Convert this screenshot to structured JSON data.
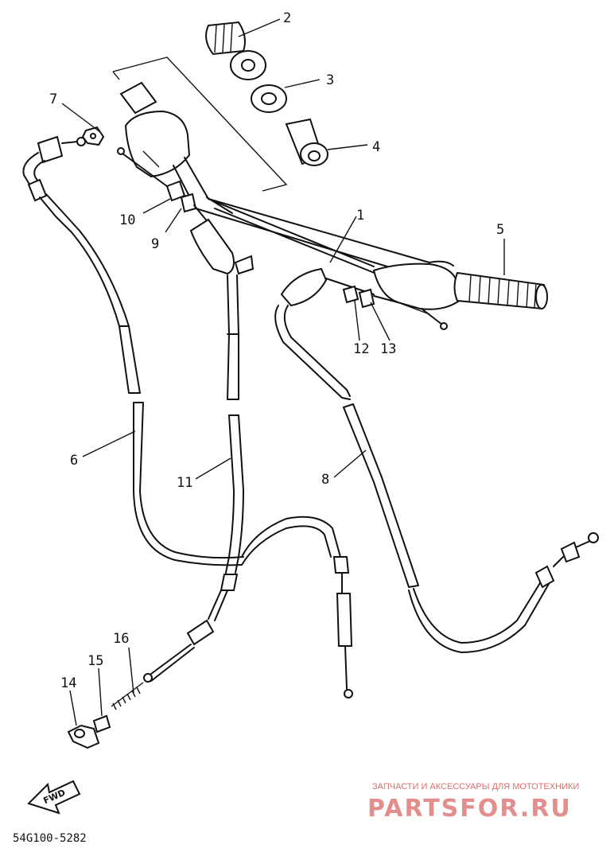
{
  "diagram": {
    "part_numbers": [
      "1",
      "2",
      "3",
      "4",
      "5",
      "6",
      "7",
      "8",
      "9",
      "10",
      "11",
      "12",
      "13",
      "14",
      "15",
      "16"
    ],
    "direction_label": "FWD",
    "drawing_code": "54G100-5282"
  },
  "watermark": {
    "tagline": "ЗАПЧАСТИ И АКСЕССУАРЫ ДЛЯ МОТОТЕХНИКИ",
    "brand": "PARTSFOR.RU"
  }
}
